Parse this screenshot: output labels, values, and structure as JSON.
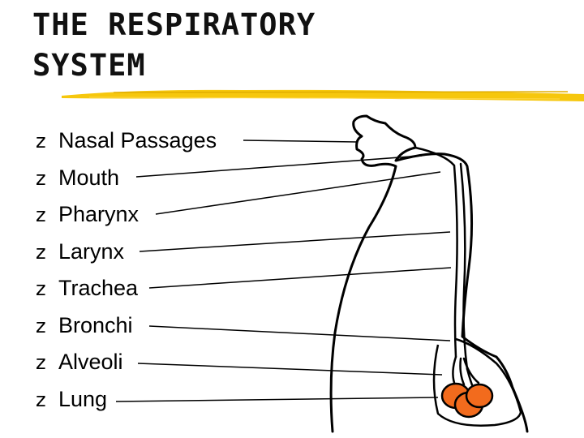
{
  "title": {
    "line1": "THE RESPIRATORY",
    "line2": "SYSTEM"
  },
  "bullet_glyph": "z",
  "items": [
    {
      "label": "Nasal Passages"
    },
    {
      "label": "Mouth"
    },
    {
      "label": "Pharynx"
    },
    {
      "label": "Larynx"
    },
    {
      "label": "Trachea"
    },
    {
      "label": "Bronchi"
    },
    {
      "label": "Alveoli"
    },
    {
      "label": "Lung"
    }
  ],
  "colors": {
    "accent_bar": "#f5c400",
    "alveoli_fill": "#f26b1d",
    "line": "#000000"
  }
}
